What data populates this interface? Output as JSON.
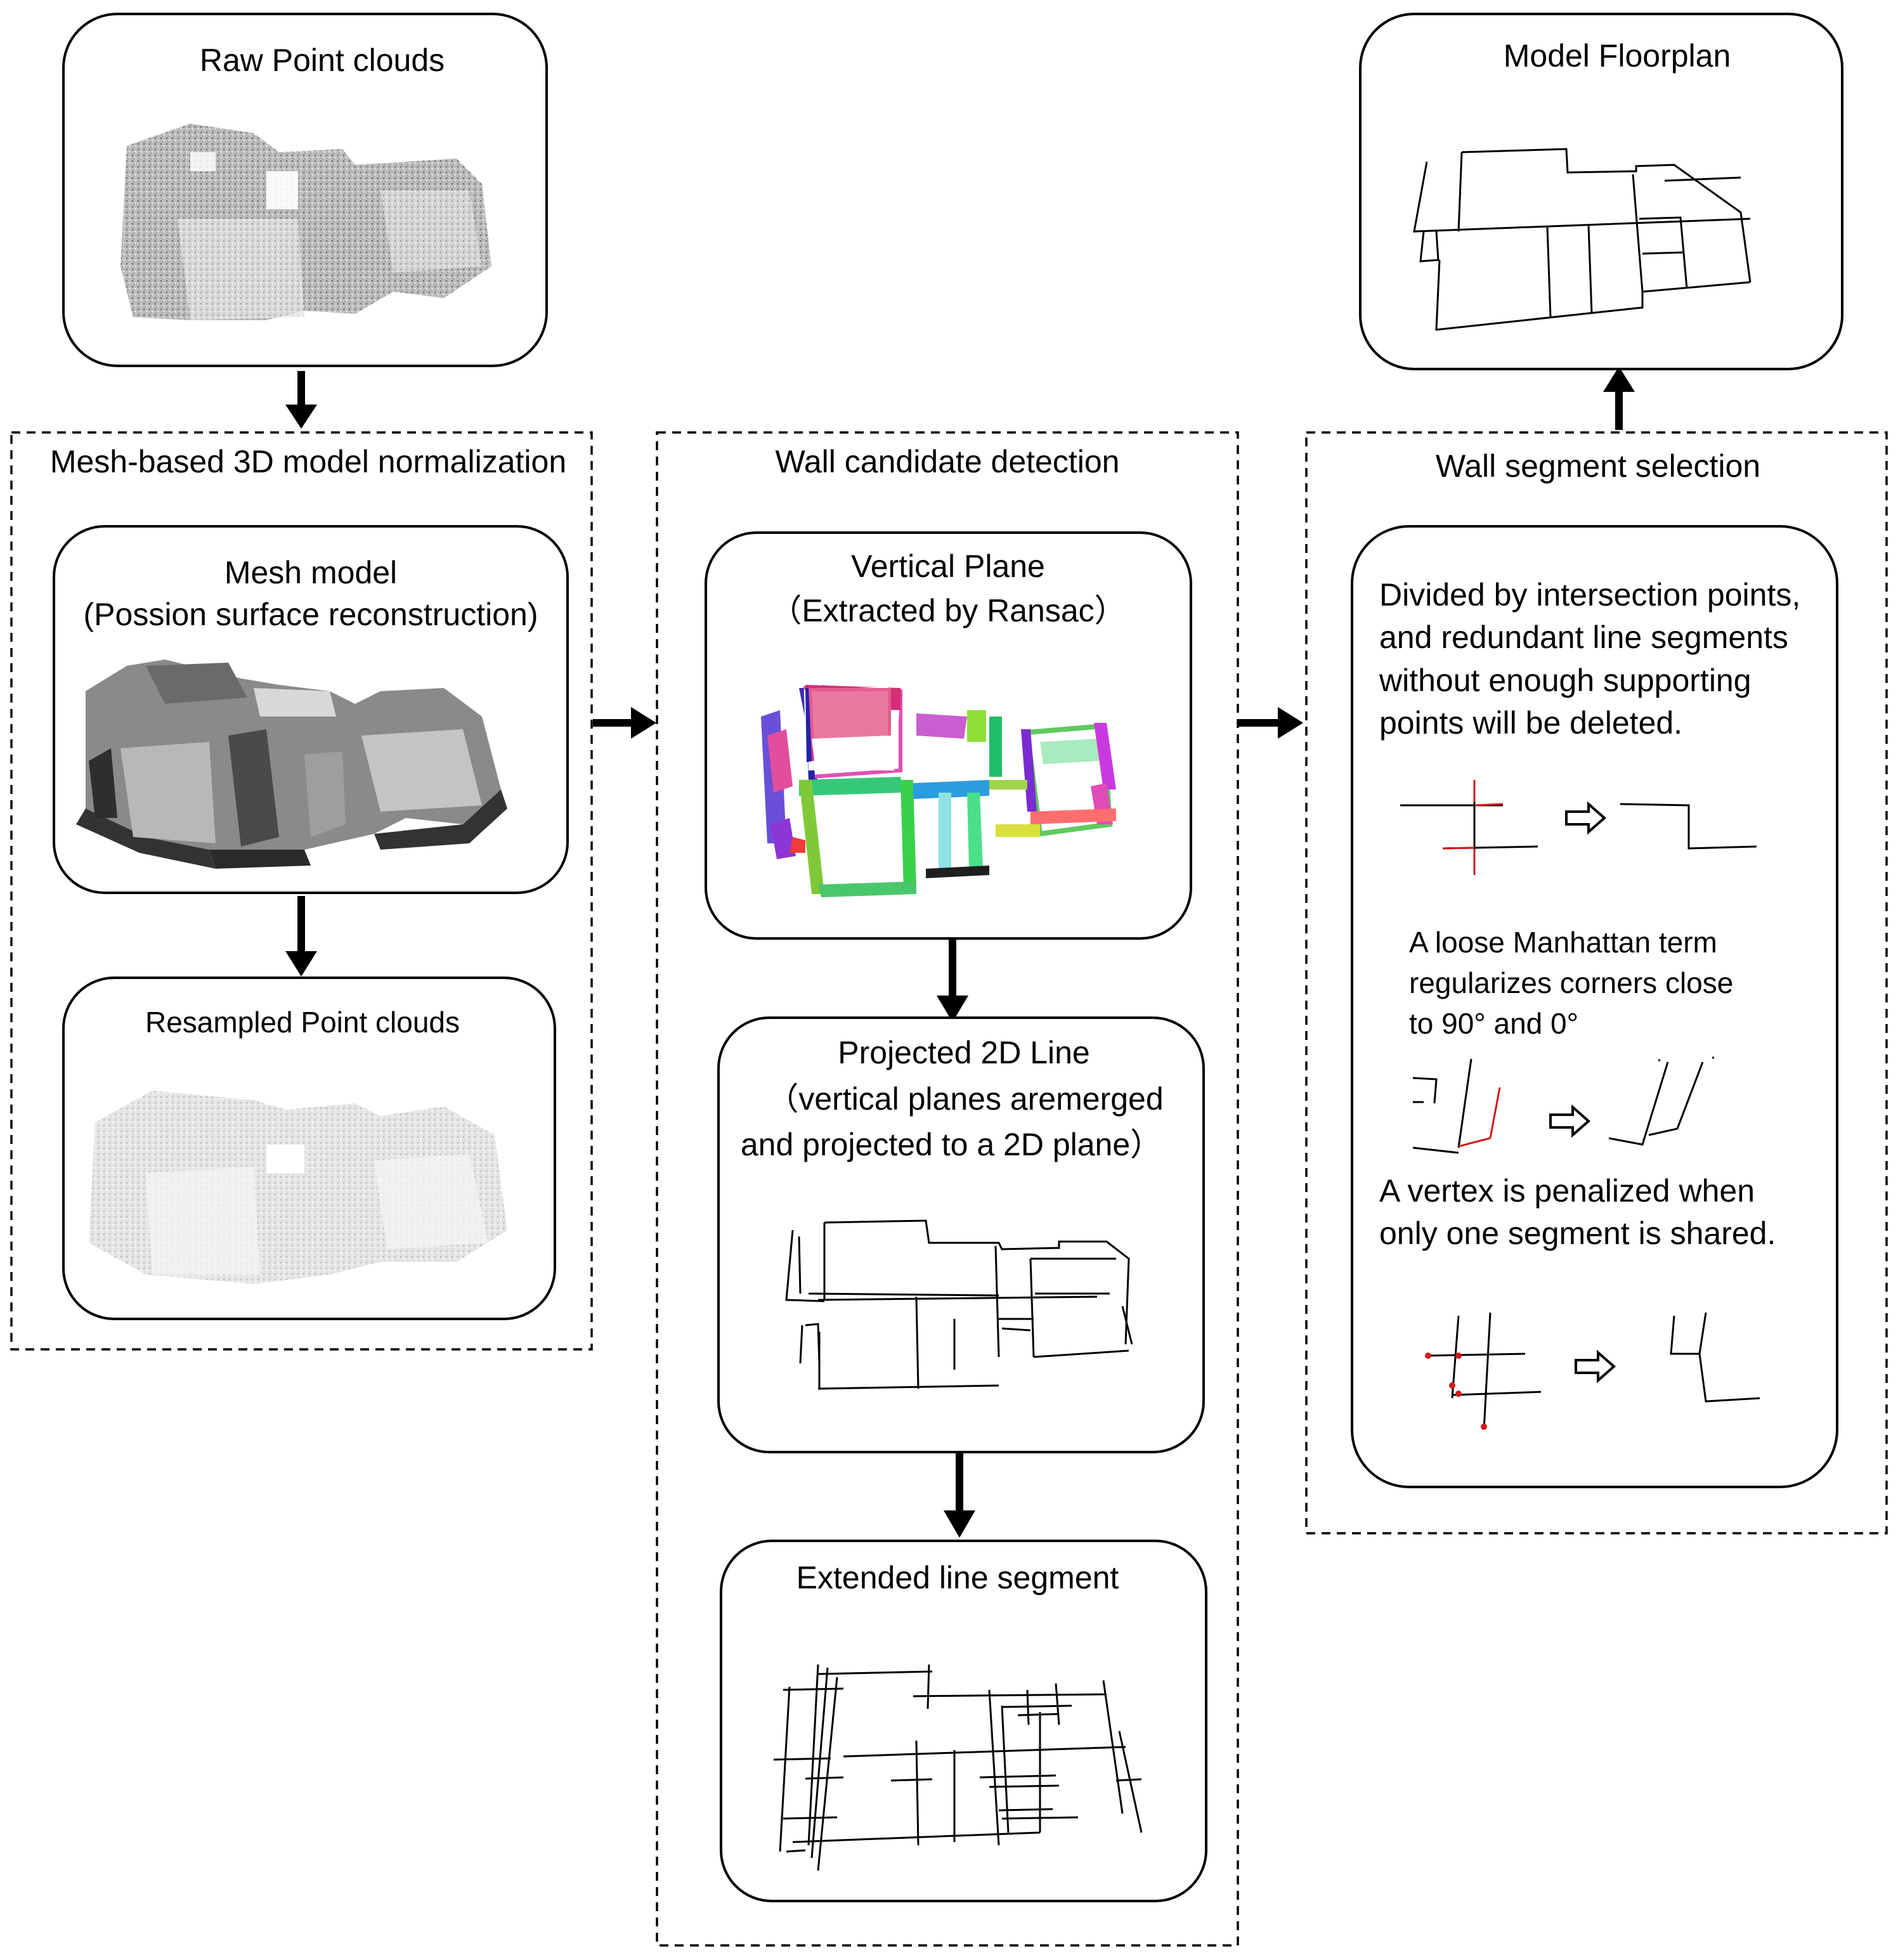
{
  "nodes": {
    "raw_point_clouds": {
      "title": "Raw Point clouds"
    },
    "mesh_model": {
      "title_line1": "Mesh model",
      "title_line2": "(Possion surface reconstruction)"
    },
    "resampled_point_clouds": {
      "title": "Resampled Point clouds"
    },
    "vertical_plane": {
      "title_line1": "Vertical Plane",
      "title_line2": "（Extracted by Ransac）"
    },
    "projected_2d_line": {
      "title_line1": "Projected 2D Line",
      "title_line2": "（vertical planes aremerged",
      "title_line3": "and projected to a 2D plane）"
    },
    "extended_line_segment": {
      "title": "Extended line segment"
    },
    "model_floorplan": {
      "title": "Model Floorplan"
    }
  },
  "groups": {
    "normalization": {
      "title": "Mesh-based 3D model normalization"
    },
    "wall_detection": {
      "title": "Wall candidate detection"
    },
    "wall_selection": {
      "title": "Wall segment selection"
    }
  },
  "wall_selection_text": {
    "step1_line1": "Divided by intersection points,",
    "step1_line2": "and redundant line segments",
    "step1_line3": "without enough supporting",
    "step1_line4": "points will be deleted.",
    "step2_line1": "A loose Manhattan term",
    "step2_line2": "regularizes corners close",
    "step2_line3": "to 90° and 0°",
    "step3_line1": "A vertex is penalized when",
    "step3_line2": "only one segment is shared."
  },
  "colors": {
    "line": "#000000",
    "highlight": "#d01a1a",
    "point_cloud_gray": "#9a9a9a",
    "mesh_dark": "#333333",
    "mesh_mid": "#8a8a8a",
    "mesh_light": "#c8c8c8"
  }
}
